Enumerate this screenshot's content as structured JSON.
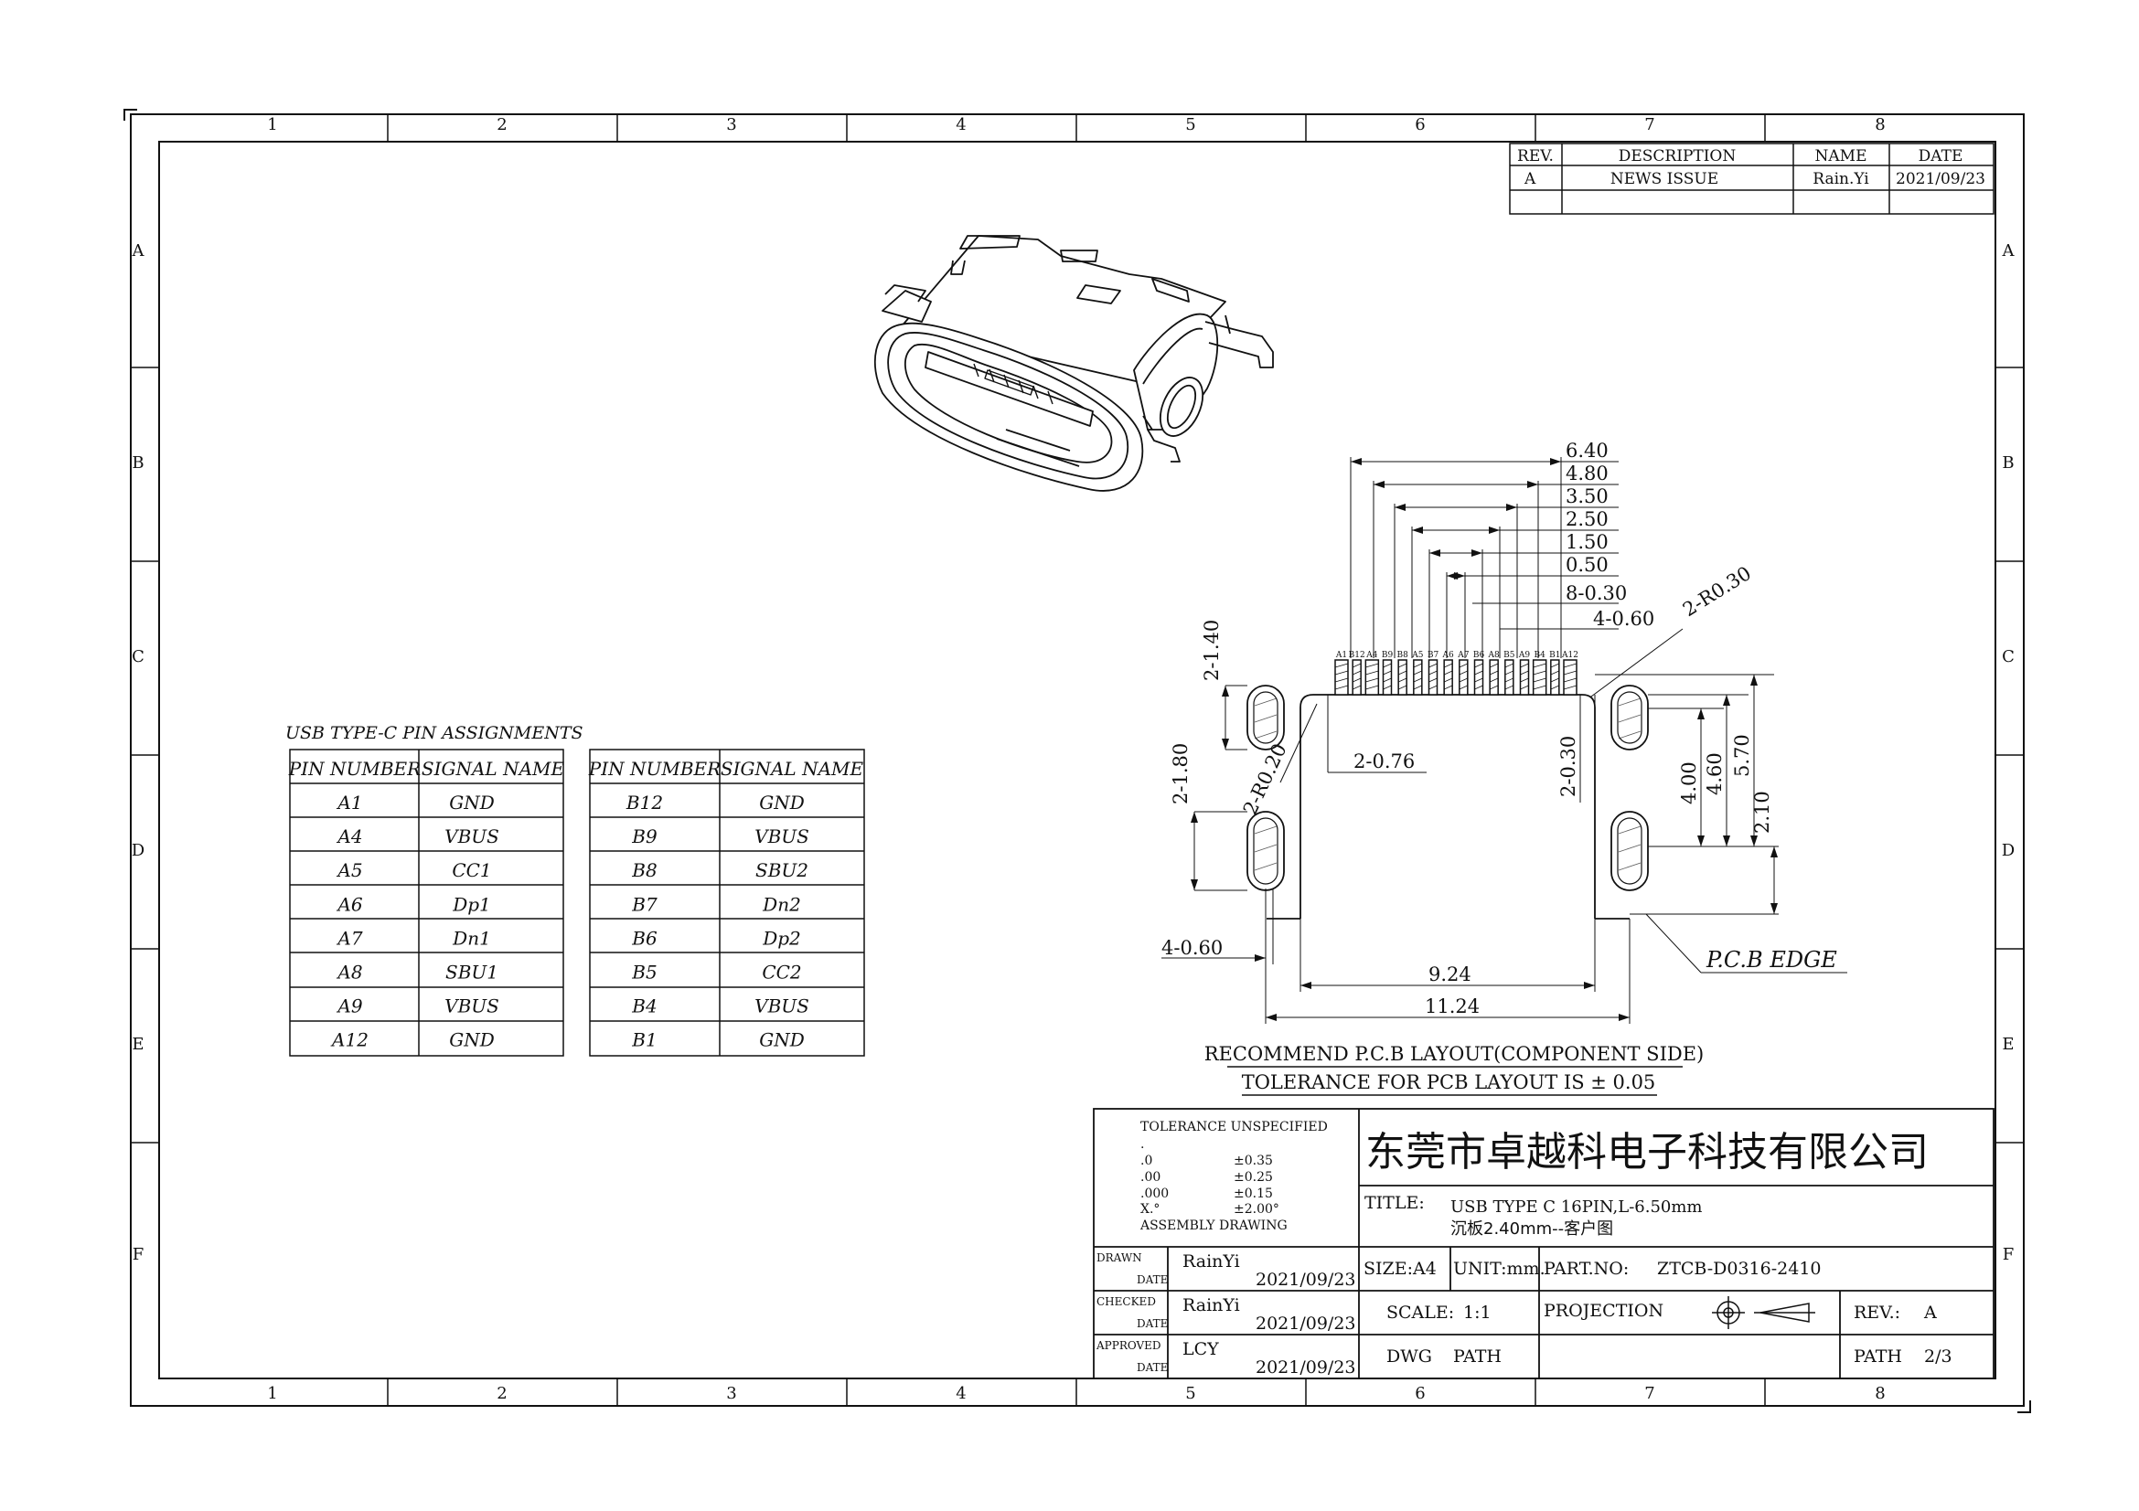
{
  "frame": {
    "columns": [
      "1",
      "2",
      "3",
      "4",
      "5",
      "6",
      "7",
      "8"
    ],
    "rows": [
      "A",
      "B",
      "C",
      "D",
      "E",
      "F"
    ]
  },
  "revision_table": {
    "headers": [
      "REV.",
      "DESCRIPTION",
      "NAME",
      "DATE"
    ],
    "rows": [
      [
        "A",
        "NEWS ISSUE",
        "Rain.Yi",
        "2021/09/23"
      ]
    ]
  },
  "pin_tables": {
    "title": "USB TYPE-C PIN ASSIGNMENTS",
    "left": {
      "headers": [
        "PIN NUMBER",
        "SIGNAL NAME"
      ],
      "rows": [
        [
          "A1",
          "GND"
        ],
        [
          "A4",
          "VBUS"
        ],
        [
          "A5",
          "CC1"
        ],
        [
          "A6",
          "Dp1"
        ],
        [
          "A7",
          "Dn1"
        ],
        [
          "A8",
          "SBU1"
        ],
        [
          "A9",
          "VBUS"
        ],
        [
          "A12",
          "GND"
        ]
      ]
    },
    "right": {
      "headers": [
        "PIN NUMBER",
        "SIGNAL NAME"
      ],
      "rows": [
        [
          "B12",
          "GND"
        ],
        [
          "B9",
          "VBUS"
        ],
        [
          "B8",
          "SBU2"
        ],
        [
          "B7",
          "Dn2"
        ],
        [
          "B6",
          "Dp2"
        ],
        [
          "B5",
          "CC2"
        ],
        [
          "B4",
          "VBUS"
        ],
        [
          "B1",
          "GND"
        ]
      ]
    }
  },
  "pcb_layout": {
    "top_dims": [
      "6.40",
      "4.80",
      "3.50",
      "2.50",
      "1.50",
      "0.50",
      "8-0.30",
      "4-0.60"
    ],
    "corner_radius_top": "2-R0.30",
    "corner_radius_left": "2-R0.20",
    "left_dims": [
      "2-1.40",
      "2-1.80"
    ],
    "inner_dims": [
      "2-0.76",
      "2-0.30"
    ],
    "right_dims": [
      "4.00",
      "4.60",
      "5.70",
      "2.10"
    ],
    "bottom_left_dim": "4-0.60",
    "width_dims": [
      "9.24",
      "11.24"
    ],
    "pcb_edge_label": "P.C.B EDGE",
    "pin_labels": [
      "A1",
      "B12",
      "A4",
      "B9",
      "B8",
      "A5",
      "B7",
      "A6",
      "A7",
      "B6",
      "A8",
      "B5",
      "A9",
      "B4",
      "B1",
      "A12"
    ],
    "caption": "RECOMMEND P.C.B LAYOUT(COMPONENT SIDE)",
    "tolerance": "TOLERANCE FOR PCB LAYOUT IS ± 0.05"
  },
  "title_block": {
    "tolerance_title": "TOLERANCE UNSPECIFIED",
    "tolerance_dot": ".",
    "tolerances": [
      [
        ".0",
        "±0.35"
      ],
      [
        ".00",
        "±0.25"
      ],
      [
        ".000",
        "±0.15"
      ],
      [
        "X.°",
        "±2.00°"
      ]
    ],
    "assembly": "ASSEMBLY DRAWING",
    "company": "东莞市卓越科电子科技有限公司",
    "title_label": "TITLE:",
    "title_line1": "USB TYPE C 16PIN,L-6.50mm",
    "title_line2": "沉板2.40mm--客户图",
    "drawn_label": "DRAWN",
    "checked_label": "CHECKED",
    "approved_label": "APPROVED",
    "date_label": "DATE",
    "drawn_name": "RainYi",
    "checked_name": "RainYi",
    "approved_name": "LCY",
    "drawn_date": "2021/09/23",
    "checked_date": "2021/09/23",
    "approved_date": "2021/09/23",
    "size": "SIZE:A4",
    "unit": "UNIT:mm.",
    "part_no_label": "PART.NO:",
    "part_no": "ZTCB-D0316-2410",
    "scale_label": "SCALE:",
    "scale": "1:1",
    "projection_label": "PROJECTION",
    "rev_label": "REV.:",
    "rev": "A",
    "dwg": "DWG",
    "path_label": "PATH",
    "path_label2": "PATH",
    "page": "2/3"
  }
}
